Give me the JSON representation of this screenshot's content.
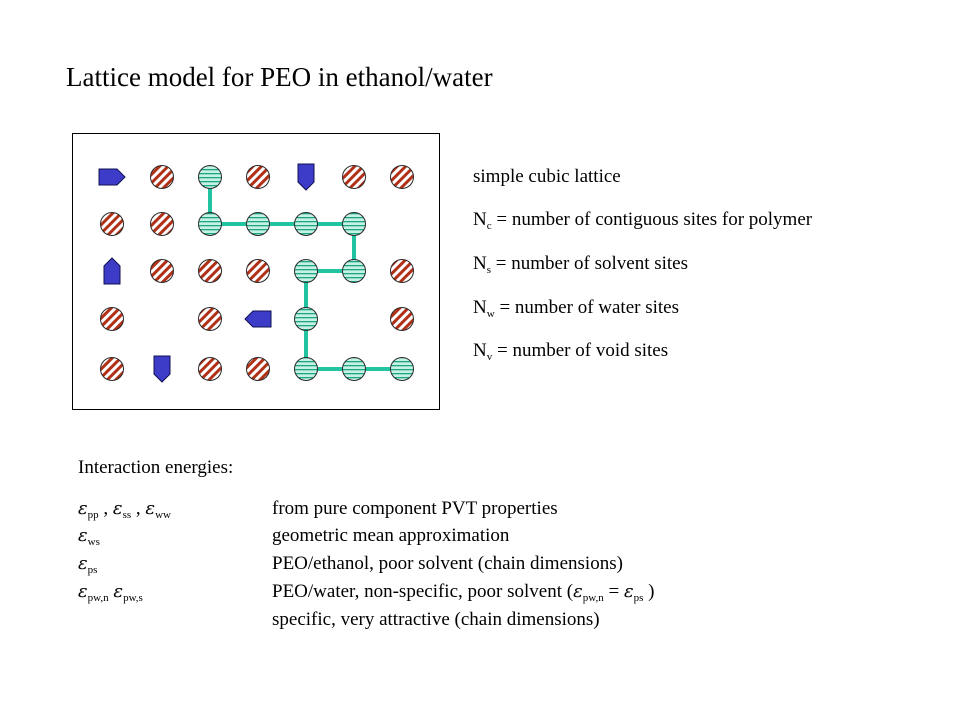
{
  "title": "Lattice model for PEO in ethanol/water",
  "legend": {
    "lattice_type": "simple cubic lattice",
    "items": [
      {
        "symbol": "N",
        "sub": "c",
        "text": " = number of contiguous sites for polymer"
      },
      {
        "symbol": "N",
        "sub": "s",
        "text": " = number of solvent sites"
      },
      {
        "symbol": "N",
        "sub": "w",
        "text": " = number of water sites"
      },
      {
        "symbol": "N",
        "sub": "v",
        "text": " = number of void sites"
      }
    ]
  },
  "interactions": {
    "heading": "Interaction energies:",
    "eps_symbol": "ε",
    "rows": [
      {
        "terms": [
          {
            "sub": "pp",
            "sep": " , "
          },
          {
            "sub": "ss",
            "sep": " , "
          },
          {
            "sub": "ww",
            "sep": ""
          }
        ],
        "description": "from pure component PVT properties"
      },
      {
        "terms": [
          {
            "sub": "ws",
            "sep": ""
          }
        ],
        "description": "geometric mean approximation"
      },
      {
        "terms": [
          {
            "sub": "ps",
            "sep": ""
          }
        ],
        "description": "PEO/ethanol, poor solvent (chain dimensions)"
      },
      {
        "terms": [
          {
            "sub": "pw,n",
            "sep": " "
          },
          {
            "sub": "pw,s",
            "sep": ""
          }
        ],
        "description_pre": "PEO/water, non-specific, poor solvent (",
        "description_terms": [
          {
            "sub": "pw,n",
            "sep": " = "
          },
          {
            "sub": "ps",
            "sep": ""
          }
        ],
        "description_post": " )"
      },
      {
        "terms": [],
        "description": "specific, very attractive (chain dimensions)"
      }
    ]
  },
  "colors": {
    "polymer_fill": "#c8f0e4",
    "polymer_stripe": "#1aa884",
    "polymer_bond": "#22c3a0",
    "solvent_fill": "#ffffff",
    "solvent_stripe": "#b03018",
    "water_fill": "#3c3cc8"
  }
}
